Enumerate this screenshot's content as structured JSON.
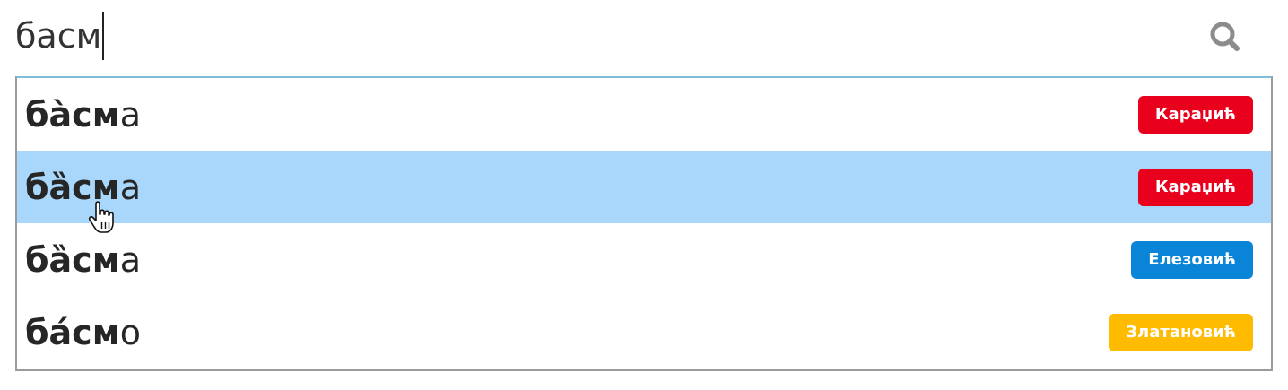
{
  "search": {
    "value": "басм",
    "icon": "search-icon",
    "icon_color": "#8c8c8c"
  },
  "dropdown": {
    "border_top_color": "#7fbcd7",
    "border_color": "#9b9b9b",
    "highlight_color": "#a8d7fb",
    "items": [
      {
        "match": "ба̀см",
        "rest": "а",
        "source": "Караџић",
        "source_color": "#e8001c",
        "highlighted": false
      },
      {
        "match": "ба̏см",
        "rest": "а",
        "source": "Караџић",
        "source_color": "#e8001c",
        "highlighted": true
      },
      {
        "match": "ба̏см",
        "rest": "а",
        "source": "Елезовић",
        "source_color": "#0a84d6",
        "highlighted": false
      },
      {
        "match": "ба́см",
        "rest": "о",
        "source": "Златановић",
        "source_color": "#ffbb00",
        "highlighted": false
      }
    ]
  },
  "pointer": {
    "icon": "hand-pointer-icon"
  }
}
